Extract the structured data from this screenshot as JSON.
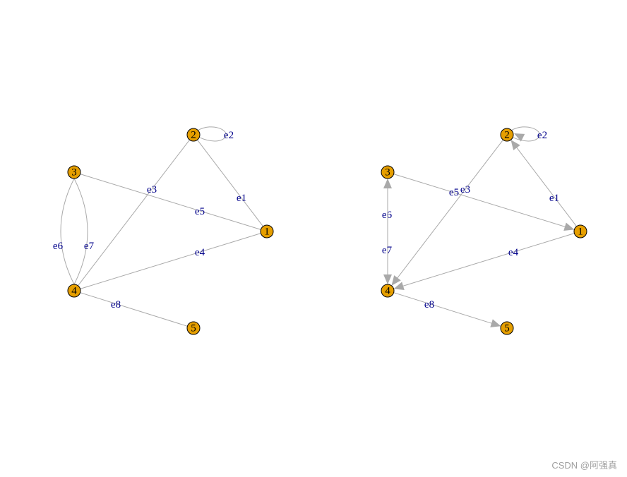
{
  "graphs": [
    {
      "name": "undirected",
      "directed": false,
      "nodes": [
        {
          "id": "1"
        },
        {
          "id": "2"
        },
        {
          "id": "3"
        },
        {
          "id": "4"
        },
        {
          "id": "5"
        }
      ],
      "edges": [
        {
          "label": "e1",
          "from": "1",
          "to": "2"
        },
        {
          "label": "e2",
          "from": "2",
          "to": "2"
        },
        {
          "label": "e3",
          "from": "2",
          "to": "4"
        },
        {
          "label": "e4",
          "from": "1",
          "to": "4"
        },
        {
          "label": "e5",
          "from": "3",
          "to": "1"
        },
        {
          "label": "e6",
          "from": "3",
          "to": "4"
        },
        {
          "label": "e7",
          "from": "3",
          "to": "4"
        },
        {
          "label": "e8",
          "from": "4",
          "to": "5"
        }
      ]
    },
    {
      "name": "directed",
      "directed": true,
      "nodes": [
        {
          "id": "1"
        },
        {
          "id": "2"
        },
        {
          "id": "3"
        },
        {
          "id": "4"
        },
        {
          "id": "5"
        }
      ],
      "edges": [
        {
          "label": "e1",
          "from": "1",
          "to": "2"
        },
        {
          "label": "e2",
          "from": "2",
          "to": "2"
        },
        {
          "label": "e3",
          "from": "2",
          "to": "4"
        },
        {
          "label": "e4",
          "from": "1",
          "to": "4"
        },
        {
          "label": "e5",
          "from": "3",
          "to": "1"
        },
        {
          "label": "e6",
          "from": "3",
          "to": "4"
        },
        {
          "label": "e7",
          "from": "4",
          "to": "3"
        },
        {
          "label": "e8",
          "from": "4",
          "to": "5"
        }
      ]
    }
  ],
  "colors": {
    "node_fill": "#e69f00",
    "node_stroke": "#000000",
    "edge": "#a9a9a9",
    "edge_label": "#00008b"
  },
  "watermark": "CSDN @阿强真"
}
